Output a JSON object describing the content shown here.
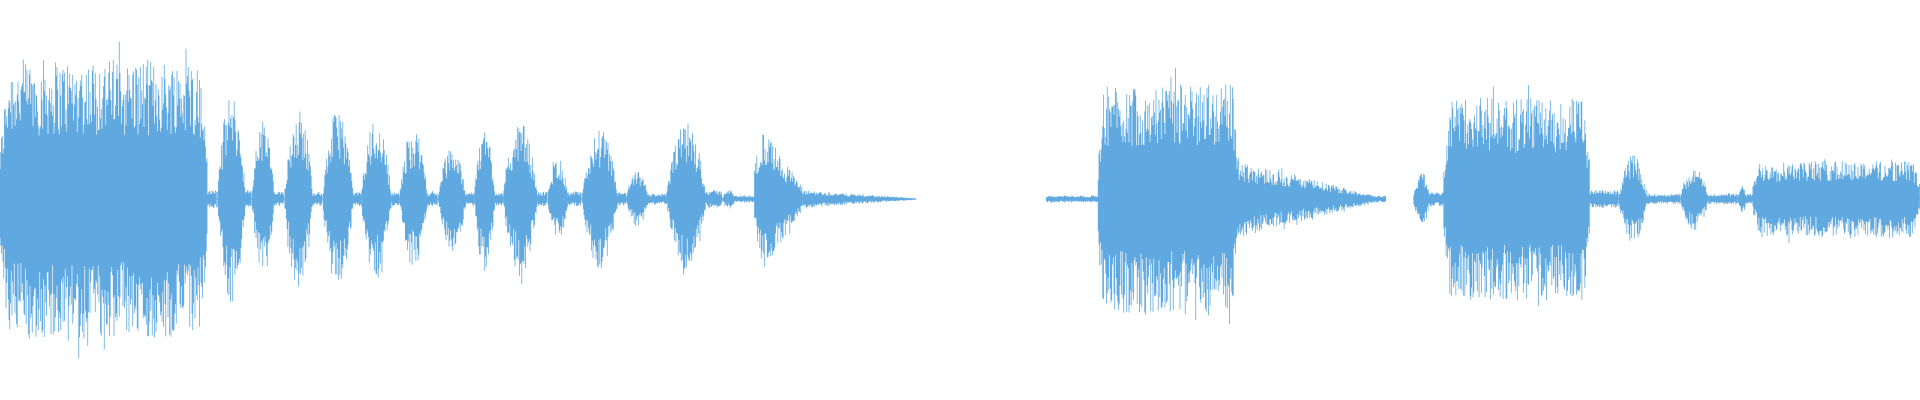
{
  "waveform": {
    "color": "#5fa9e0",
    "background": "#ffffff",
    "segments": [
      {
        "start": 0.0,
        "end": 0.108,
        "level": 0.8,
        "shape": "burst"
      },
      {
        "start": 0.108,
        "end": 0.113,
        "level": 0.05,
        "shape": "flat"
      },
      {
        "start": 0.113,
        "end": 0.128,
        "level": 0.6,
        "shape": "pulse"
      },
      {
        "start": 0.128,
        "end": 0.131,
        "level": 0.05,
        "shape": "flat"
      },
      {
        "start": 0.131,
        "end": 0.143,
        "level": 0.45,
        "shape": "pulse"
      },
      {
        "start": 0.143,
        "end": 0.148,
        "level": 0.04,
        "shape": "flat"
      },
      {
        "start": 0.148,
        "end": 0.163,
        "level": 0.52,
        "shape": "pulse"
      },
      {
        "start": 0.163,
        "end": 0.168,
        "level": 0.04,
        "shape": "flat"
      },
      {
        "start": 0.168,
        "end": 0.184,
        "level": 0.52,
        "shape": "pulse"
      },
      {
        "start": 0.184,
        "end": 0.188,
        "level": 0.04,
        "shape": "flat"
      },
      {
        "start": 0.188,
        "end": 0.204,
        "level": 0.46,
        "shape": "pulse"
      },
      {
        "start": 0.204,
        "end": 0.208,
        "level": 0.04,
        "shape": "flat"
      },
      {
        "start": 0.208,
        "end": 0.223,
        "level": 0.4,
        "shape": "pulse"
      },
      {
        "start": 0.223,
        "end": 0.228,
        "level": 0.04,
        "shape": "flat"
      },
      {
        "start": 0.228,
        "end": 0.243,
        "level": 0.3,
        "shape": "pulse"
      },
      {
        "start": 0.243,
        "end": 0.247,
        "level": 0.04,
        "shape": "flat"
      },
      {
        "start": 0.247,
        "end": 0.258,
        "level": 0.42,
        "shape": "pulse"
      },
      {
        "start": 0.258,
        "end": 0.262,
        "level": 0.04,
        "shape": "flat"
      },
      {
        "start": 0.262,
        "end": 0.28,
        "level": 0.44,
        "shape": "pulse"
      },
      {
        "start": 0.28,
        "end": 0.285,
        "level": 0.04,
        "shape": "flat"
      },
      {
        "start": 0.285,
        "end": 0.296,
        "level": 0.24,
        "shape": "pulse"
      },
      {
        "start": 0.296,
        "end": 0.303,
        "level": 0.04,
        "shape": "flat"
      },
      {
        "start": 0.303,
        "end": 0.322,
        "level": 0.4,
        "shape": "pulse"
      },
      {
        "start": 0.322,
        "end": 0.326,
        "level": 0.04,
        "shape": "flat"
      },
      {
        "start": 0.326,
        "end": 0.338,
        "level": 0.16,
        "shape": "pulse"
      },
      {
        "start": 0.338,
        "end": 0.347,
        "level": 0.03,
        "shape": "flat"
      },
      {
        "start": 0.347,
        "end": 0.368,
        "level": 0.44,
        "shape": "pulse"
      },
      {
        "start": 0.368,
        "end": 0.376,
        "level": 0.05,
        "shape": "flat"
      },
      {
        "start": 0.376,
        "end": 0.383,
        "level": 0.06,
        "shape": "pulse"
      },
      {
        "start": 0.383,
        "end": 0.393,
        "level": 0.02,
        "shape": "flat"
      },
      {
        "start": 0.393,
        "end": 0.418,
        "level": 0.4,
        "shape": "decay"
      },
      {
        "start": 0.418,
        "end": 0.477,
        "level": 0.05,
        "shape": "tail"
      },
      {
        "start": 0.545,
        "end": 0.572,
        "level": 0.02,
        "shape": "flat"
      },
      {
        "start": 0.572,
        "end": 0.645,
        "level": 0.66,
        "shape": "burst"
      },
      {
        "start": 0.645,
        "end": 0.715,
        "level": 0.22,
        "shape": "tail"
      },
      {
        "start": 0.715,
        "end": 0.722,
        "level": 0.02,
        "shape": "flat"
      },
      {
        "start": 0.736,
        "end": 0.745,
        "level": 0.16,
        "shape": "pulse"
      },
      {
        "start": 0.745,
        "end": 0.752,
        "level": 0.04,
        "shape": "flat"
      },
      {
        "start": 0.752,
        "end": 0.828,
        "level": 0.58,
        "shape": "burst"
      },
      {
        "start": 0.828,
        "end": 0.843,
        "level": 0.05,
        "shape": "flat"
      },
      {
        "start": 0.843,
        "end": 0.858,
        "level": 0.26,
        "shape": "pulse"
      },
      {
        "start": 0.858,
        "end": 0.875,
        "level": 0.03,
        "shape": "flat"
      },
      {
        "start": 0.875,
        "end": 0.89,
        "level": 0.18,
        "shape": "pulse"
      },
      {
        "start": 0.89,
        "end": 0.905,
        "level": 0.03,
        "shape": "flat"
      },
      {
        "start": 0.905,
        "end": 0.91,
        "level": 0.08,
        "shape": "pulse"
      },
      {
        "start": 0.91,
        "end": 0.913,
        "level": 0.03,
        "shape": "flat"
      },
      {
        "start": 0.913,
        "end": 1.0,
        "level": 0.22,
        "shape": "burst"
      }
    ]
  }
}
